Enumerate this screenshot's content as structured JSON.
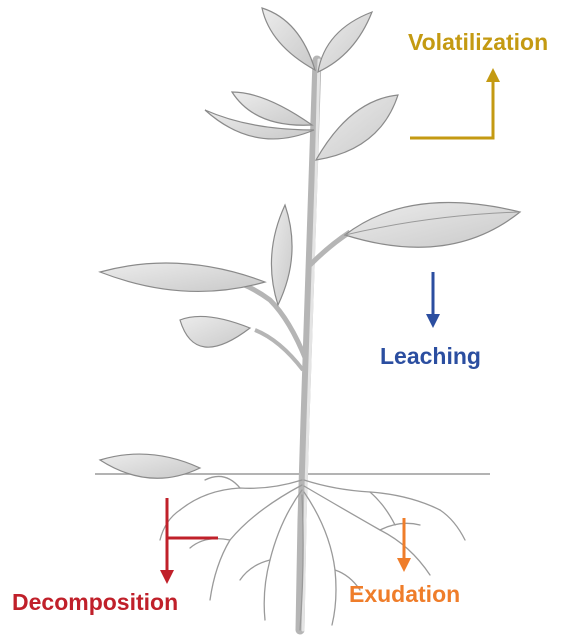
{
  "labels": {
    "volatilization": "Volatilization",
    "leaching": "Leaching",
    "exudation": "Exudation",
    "decomposition": "Decomposition"
  },
  "colors": {
    "volatilization": "#c49a12",
    "leaching": "#2b4ea0",
    "exudation": "#ef7d2a",
    "decomposition": "#c0202a",
    "leaf_fill": "#dcdcdc",
    "leaf_stroke": "#8a8a8a",
    "stem": "#bdbdbd"
  }
}
